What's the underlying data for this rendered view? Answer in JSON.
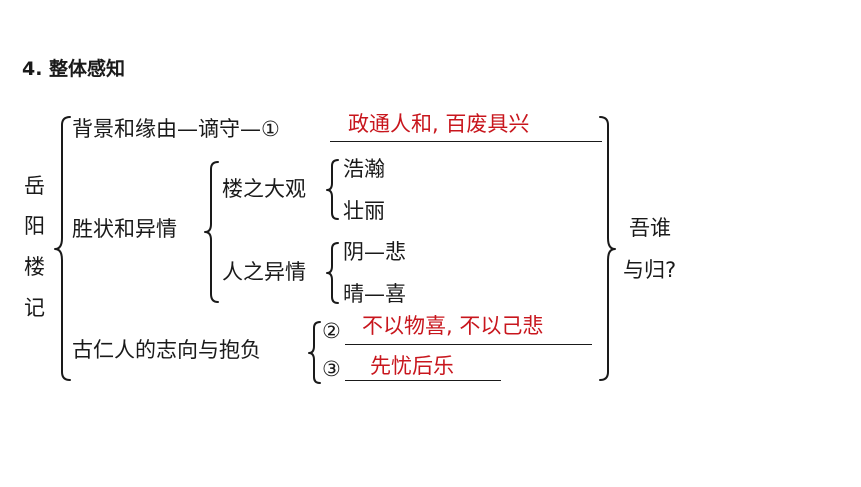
{
  "heading": "4. 整体感知",
  "left_title": [
    "岳",
    "阳",
    "楼",
    "记"
  ],
  "right_title": [
    "吾谁",
    "与归?"
  ],
  "branches": {
    "background": {
      "label": "背景和缘由—谪守—①",
      "answer": "政通人和, 百废具兴"
    },
    "scenery": {
      "label": "胜状和异情",
      "view": {
        "label": "楼之大观",
        "items": [
          "浩瀚",
          "壮丽"
        ]
      },
      "feeling": {
        "label": "人之异情",
        "items": [
          "阴—悲",
          "晴—喜"
        ]
      }
    },
    "ambition": {
      "label": "古仁人的志向与抱负",
      "items": [
        {
          "marker": "②",
          "answer": "不以物喜, 不以己悲"
        },
        {
          "marker": "③",
          "answer": "先忧后乐"
        }
      ]
    }
  },
  "colors": {
    "text": "#1a1a1a",
    "answer": "#c8161d"
  }
}
